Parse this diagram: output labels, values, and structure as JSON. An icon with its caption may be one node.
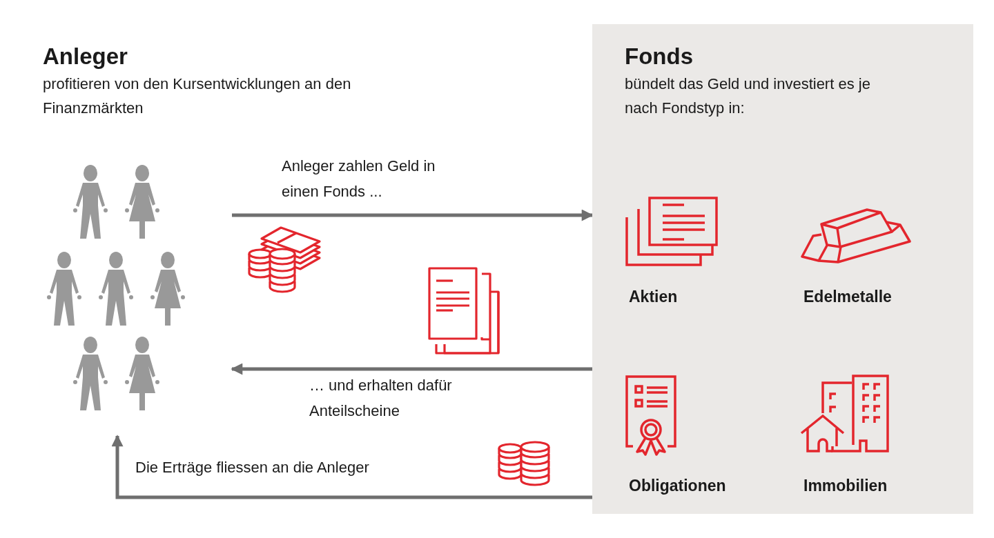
{
  "diagram": {
    "nodes": [
      {
        "text": [],
        "shape": "person"
      },
      {
        "text": [
          "Fonds",
          "bündelt das Geld und investiert es je nach Fondstyp in:"
        ]
      },
      {
        "text": [
          "Aktien"
        ],
        "in": 1
      },
      {
        "text": [
          "Edelmetalle"
        ],
        "in": 1
      },
      {
        "text": [
          "Obligationen"
        ],
        "in": 1
      },
      {
        "text": [
          "Immobilien"
        ],
        "in": 1
      }
    ],
    "edges": [
      {
        "from": 0,
        "to": 1,
        "arrow": "to",
        "label": "Anleger zahlen Geld in einen Fonds ..."
      },
      {
        "from": 1,
        "to": 0,
        "arrow": "to",
        "label": "… und erhalten dafür Anteilscheine"
      },
      {
        "from": 1,
        "to": 0,
        "arrow": "to",
        "label": "Die Erträge fliessen an die Anleger"
      }
    ],
    "labels": [
      "Anleger",
      "profitieren von den Kursentwicklungen an den Finanzmärkten"
    ]
  }
}
